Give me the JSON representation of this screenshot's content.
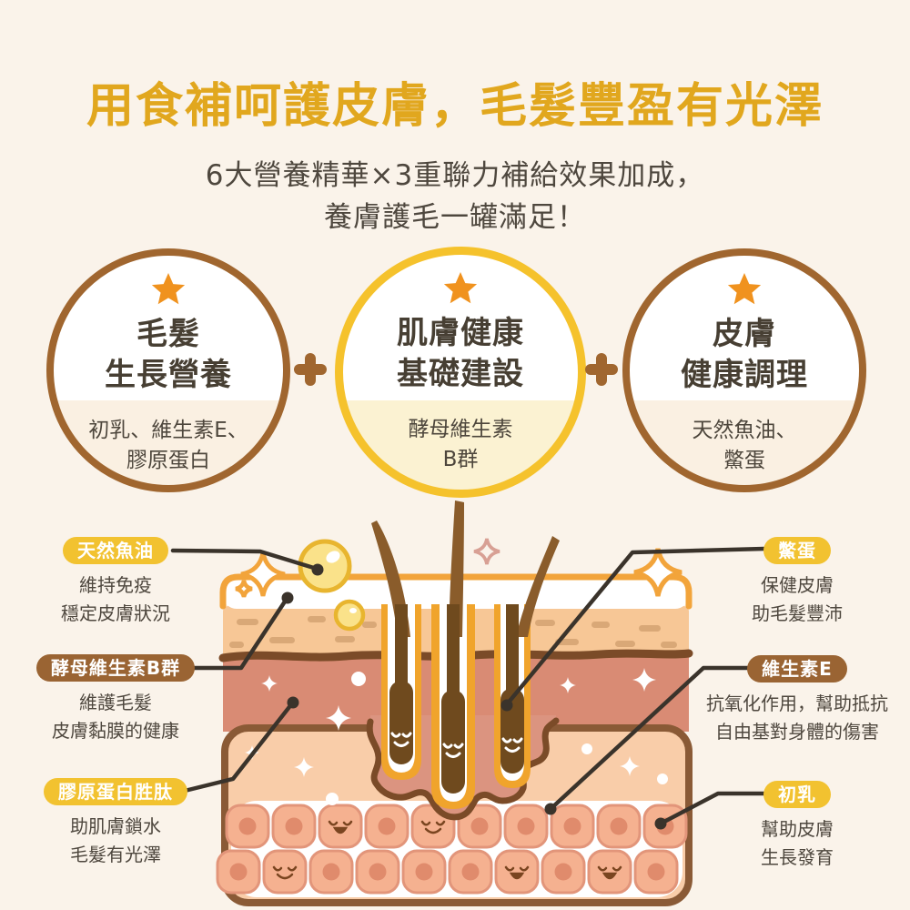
{
  "header": {
    "title": "用食補呵護皮膚，毛髮豐盈有光澤",
    "subtitle_line1": "6大營養精華×3重聯力補給效果加成，",
    "subtitle_line2": "養膚護毛一罐滿足！"
  },
  "benefit_circles": [
    {
      "title_line1": "毛髮",
      "title_line2": "生長營養",
      "sub_line1": "初乳、維生素E、",
      "sub_line2": "膠原蛋白",
      "border_color": "#A0662F",
      "lower_fill": "#FAF0E2"
    },
    {
      "title_line1": "肌膚健康",
      "title_line2": "基礎建設",
      "sub_line1": "酵母維生素",
      "sub_line2": "B群",
      "border_color": "#F5C22C",
      "lower_fill": "#FBF2D2"
    },
    {
      "title_line1": "皮膚",
      "title_line2": "健康調理",
      "sub_line1": "天然魚油、",
      "sub_line2": "鱉蛋",
      "border_color": "#A0662F",
      "lower_fill": "#FAF0E2"
    }
  ],
  "plus_icon": "+",
  "callouts": [
    {
      "label": "天然魚油",
      "desc_line1": "維持免疫",
      "desc_line2": "穩定皮膚狀況",
      "pill_color": "#F2C230"
    },
    {
      "label": "酵母維生素B群",
      "desc_line1": "維護毛髮",
      "desc_line2": "皮膚黏膜的健康",
      "pill_color": "#9A6433"
    },
    {
      "label": "膠原蛋白胜肽",
      "desc_line1": "助肌膚鎖水",
      "desc_line2": "毛髮有光澤",
      "pill_color": "#F2C230"
    },
    {
      "label": "鱉蛋",
      "desc_line1": "保健皮膚",
      "desc_line2": "助毛髮豐沛",
      "pill_color": "#F2C230"
    },
    {
      "label": "維生素E",
      "desc_line1": "抗氧化作用，幫助抵抗",
      "desc_line2": "自由基對身體的傷害",
      "pill_color": "#9A6433"
    },
    {
      "label": "初乳",
      "desc_line1": "幫助皮膚",
      "desc_line2": "生長發育",
      "pill_color": "#F2C230"
    }
  ],
  "colors": {
    "background": "#FAF3EA",
    "title_gold": "#E1A71E",
    "text_dark": "#4E473E",
    "circle_border_brown": "#A0662F",
    "circle_border_yellow": "#F5C22C",
    "star_orange": "#F0921E",
    "pill_yellow": "#F2C230",
    "pill_brown": "#9A6433",
    "connector_line": "#3A332B",
    "skin_epidermis_tan": "#F7C796",
    "skin_dermis": "#D98B74",
    "skin_subcutis": "#F9CDA9",
    "hair_brown": "#8A5C2B"
  }
}
